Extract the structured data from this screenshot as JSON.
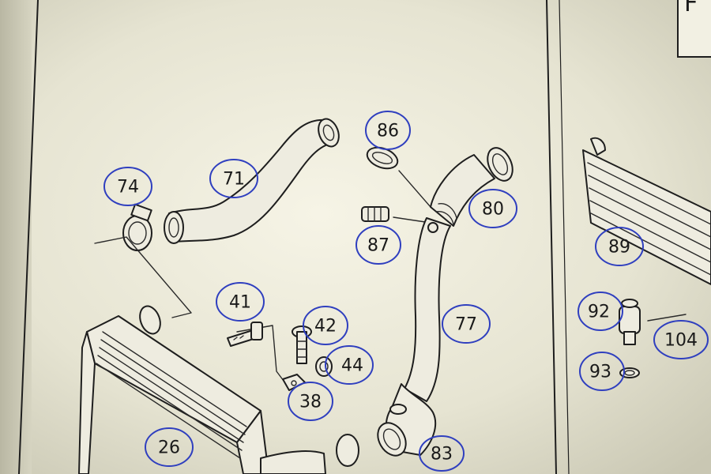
{
  "colors": {
    "paper": "#ebe9d8",
    "line": "#1e1e1e",
    "callout_ring": "#2f3fbf"
  },
  "callouts": [
    {
      "label": "74"
    },
    {
      "label": "71"
    },
    {
      "label": "86"
    },
    {
      "label": "80"
    },
    {
      "label": "87"
    },
    {
      "label": "41"
    },
    {
      "label": "42"
    },
    {
      "label": "44"
    },
    {
      "label": "38"
    },
    {
      "label": "77"
    },
    {
      "label": "26"
    },
    {
      "label": "83"
    },
    {
      "label": "89"
    },
    {
      "label": "92"
    },
    {
      "label": "104"
    },
    {
      "label": "93"
    }
  ],
  "corner_box": {
    "partial_text": "F"
  }
}
